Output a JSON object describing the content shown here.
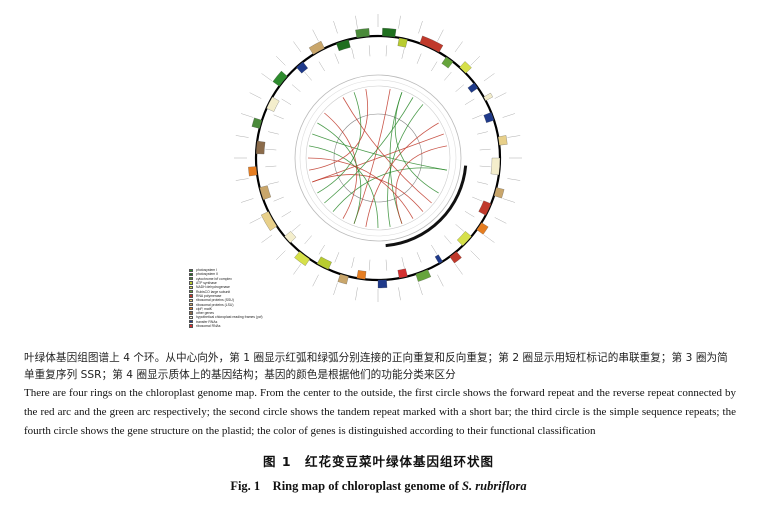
{
  "figure": {
    "legend": [
      {
        "label": "photosystem I",
        "color": "#2e8b2e"
      },
      {
        "label": "photosystem II",
        "color": "#1f6f1f"
      },
      {
        "label": "cytochrome b/f complex",
        "color": "#4a8a3a"
      },
      {
        "label": "ATP synthase",
        "color": "#b8cc30"
      },
      {
        "label": "NADH dehydrogenase",
        "color": "#d6e04a"
      },
      {
        "label": "RubisCO large subunit",
        "color": "#66a43c"
      },
      {
        "label": "RNA polymerase",
        "color": "#c0392b"
      },
      {
        "label": "ribosomal proteins (SSU)",
        "color": "#e8d08a"
      },
      {
        "label": "ribosomal proteins (LSU)",
        "color": "#c9a66b"
      },
      {
        "label": "clpP, matK",
        "color": "#e67e22"
      },
      {
        "label": "other genes",
        "color": "#8b6b4a"
      },
      {
        "label": "hypothetical chloroplast reading frames (ycf)",
        "color": "#f4eecc"
      },
      {
        "label": "transfer RNAs",
        "color": "#1f3a8a"
      },
      {
        "label": "ribosomal RNAs",
        "color": "#d32f2f"
      }
    ]
  },
  "caption": {
    "zh": "叶绿体基因组图谱上 4 个环。从中心向外，第 1 圈显示红弧和绿弧分别连接的正向重复和反向重复；第 2 圈显示用短杠标记的串联重复；第 3 圈为简单重复序列 SSR；第 4 圈显示质体上的基因结构；基因的颜色是根据他们的功能分类来区分",
    "en": "There are four rings on the chloroplast genome map. From the center to the outside, the first circle shows the forward repeat and the reverse repeat connected by the red arc and the green arc respectively; the second circle shows the tandem repeat marked with a short bar; the third circle is the simple sequence repeats; the fourth circle shows the gene structure on the plastid; the color of genes is distinguished according to their functional classification"
  },
  "title": {
    "zh": "图 1　红花变豆菜叶绿体基因组环状图",
    "en_prefix": "Fig. 1　Ring map of chloroplast genome of ",
    "en_species": "S. rubriflora"
  }
}
